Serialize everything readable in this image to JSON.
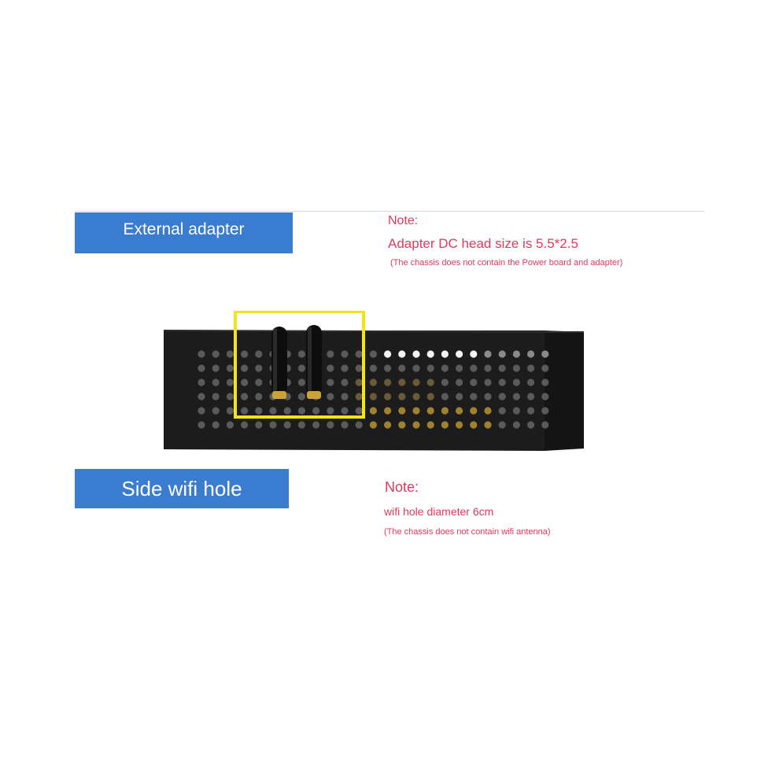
{
  "top_callout": {
    "banner_label": "External adapter",
    "note_title": "Note:",
    "note_main": "Adapter DC head size is 5.5*2.5",
    "note_sub": "(The chassis does not contain the Power board and adapter)"
  },
  "bottom_callout": {
    "banner_label": "Side wifi hole",
    "note_title": "Note:",
    "note_main": "wifi hole diameter 6cm",
    "note_sub": "(The chassis does not contain wifi antenna)"
  },
  "colors": {
    "banner_blue": "#3a7ccf",
    "note_pink": "#e03a5c",
    "chassis_black": "#1c1c1c",
    "highlight_yellow": "#f2e31a"
  },
  "product_photo": {
    "subject": "black perforated metal chassis with two antennas",
    "highlight": "yellow rectangle around antennas"
  }
}
